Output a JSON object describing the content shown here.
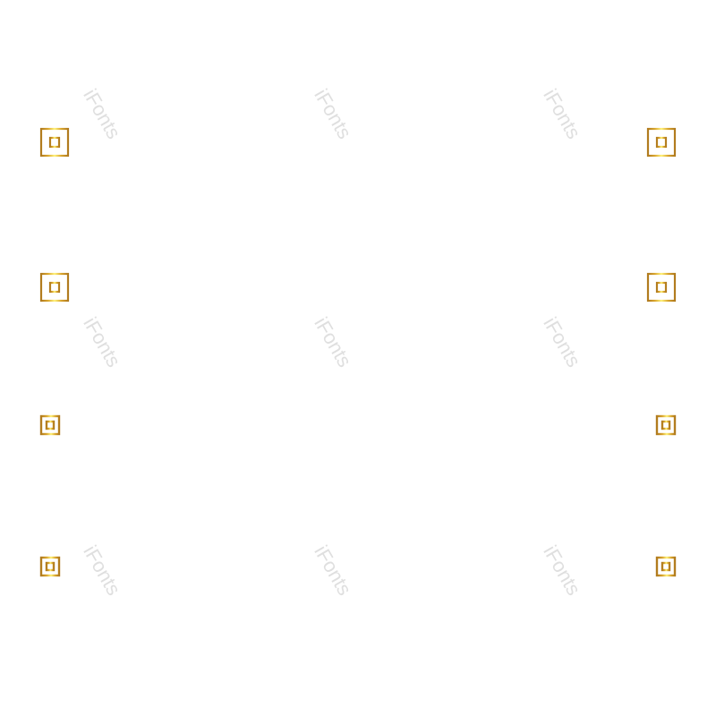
{
  "watermark": {
    "text": "iFonts"
  },
  "colors": {
    "gold_dark": "#b07a1e",
    "gold_mid": "#d9a52e",
    "gold_light": "#fff27a",
    "background": "#ffffff"
  },
  "frames": [
    {
      "id": "frame-top",
      "style": "double-line",
      "corner_ornament": "fret-knot"
    },
    {
      "id": "frame-bottom",
      "style": "single-line",
      "corner_ornament": "fret-knot"
    }
  ]
}
